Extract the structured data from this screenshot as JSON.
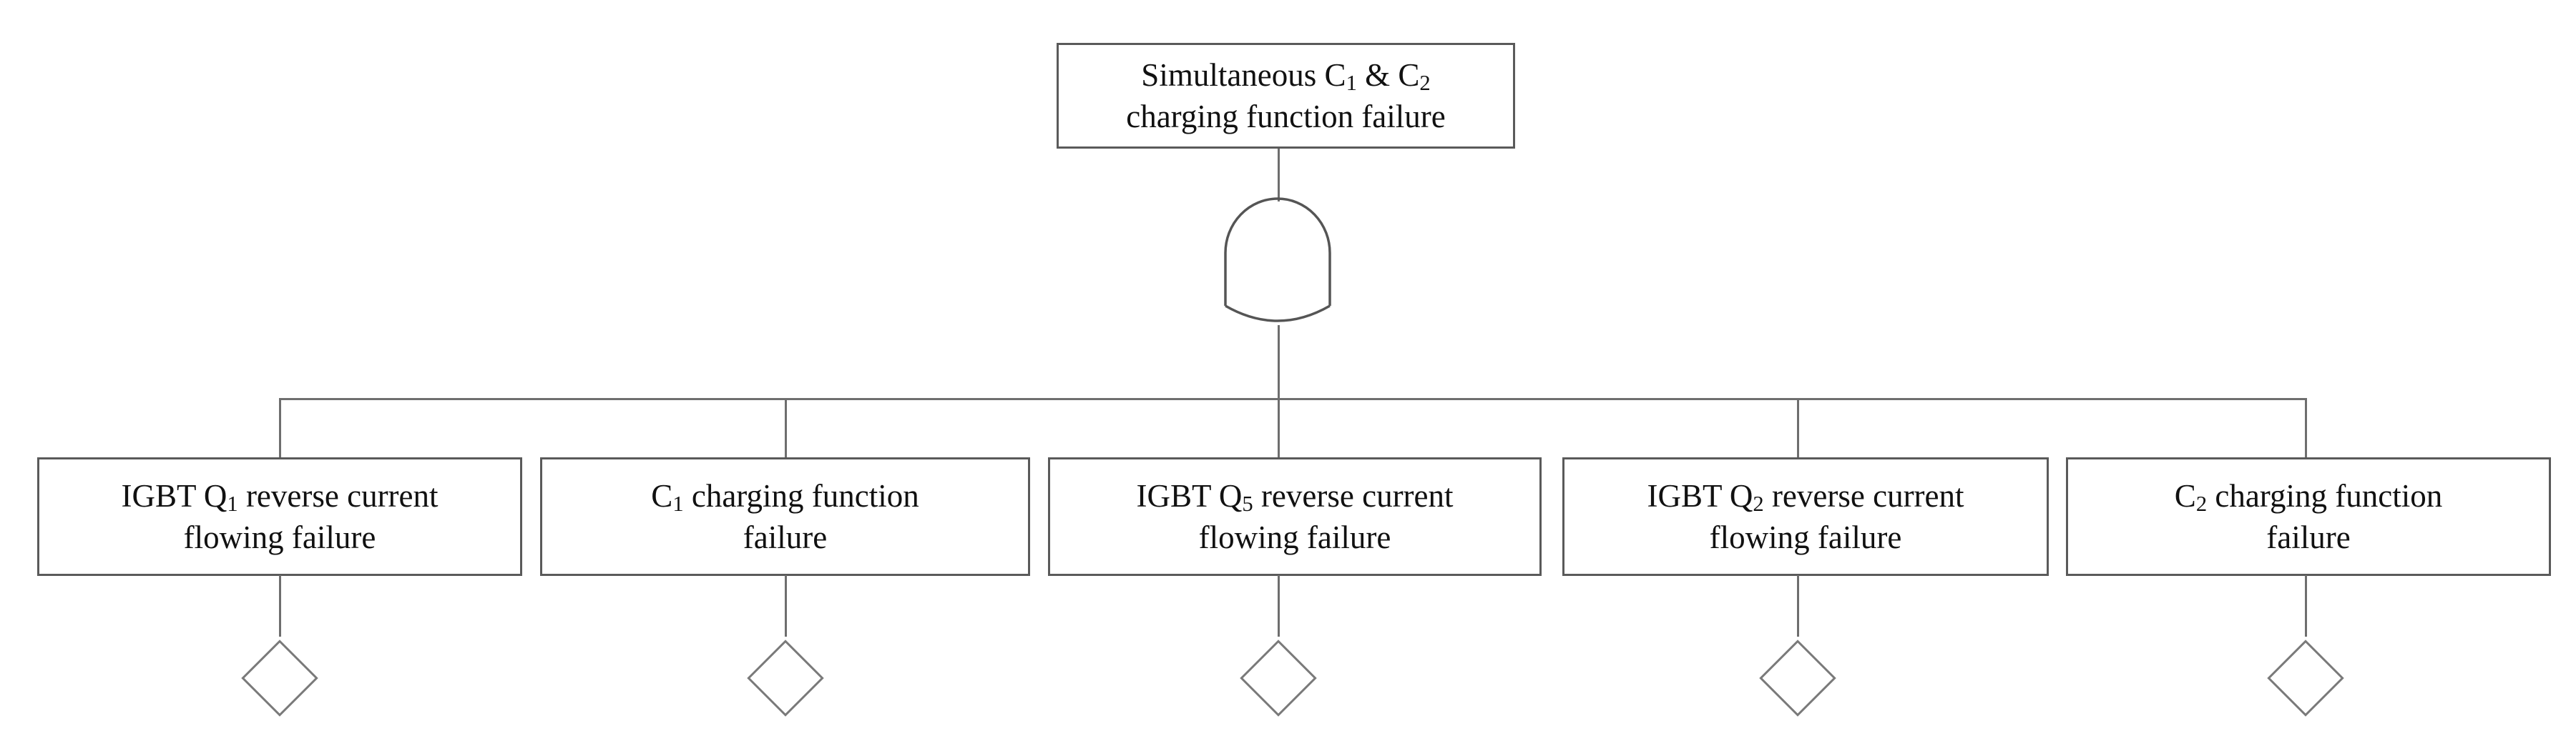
{
  "diagram": {
    "type": "fault-tree",
    "title_visible": false,
    "colors": {
      "background": "#ffffff",
      "box_border": "#5a5a5a",
      "line": "#6e6e6e",
      "diamond_border": "#7a7a7a",
      "text": "#111111"
    }
  },
  "top_event": {
    "id": "top-event",
    "line1_part1": "Simultaneous C",
    "line1_sub1": "1",
    "line1_part2": " & C",
    "line1_sub2": "2",
    "line2": "charging function failure",
    "plain_text": "Simultaneous C1 & C2 charging function failure"
  },
  "gate": {
    "id": "and-gate-1",
    "type": "AND",
    "symbol_name": "and-gate"
  },
  "leaf_events": [
    {
      "id": "leaf-1",
      "prefix": "IGBT Q",
      "subscript": "1",
      "suffix": " reverse current",
      "line2": "flowing failure",
      "plain_text": "IGBT Q1 reverse current flowing failure",
      "undeveloped": true
    },
    {
      "id": "leaf-2",
      "prefix": "C",
      "subscript": "1",
      "suffix": " charging function",
      "line2": "failure",
      "plain_text": "C1 charging function failure",
      "undeveloped": true
    },
    {
      "id": "leaf-3",
      "prefix": "IGBT Q",
      "subscript": "5",
      "suffix": " reverse current",
      "line2": "flowing failure",
      "plain_text": "IGBT Q5 reverse current flowing failure",
      "undeveloped": true
    },
    {
      "id": "leaf-4",
      "prefix": "IGBT Q",
      "subscript": "2",
      "suffix": " reverse current",
      "line2": "flowing failure",
      "plain_text": "IGBT Q2 reverse current flowing failure",
      "undeveloped": true
    },
    {
      "id": "leaf-5",
      "prefix": "C",
      "subscript": "2",
      "suffix": " charging function",
      "line2": "failure",
      "plain_text": "C2 charging function failure",
      "undeveloped": true
    }
  ]
}
